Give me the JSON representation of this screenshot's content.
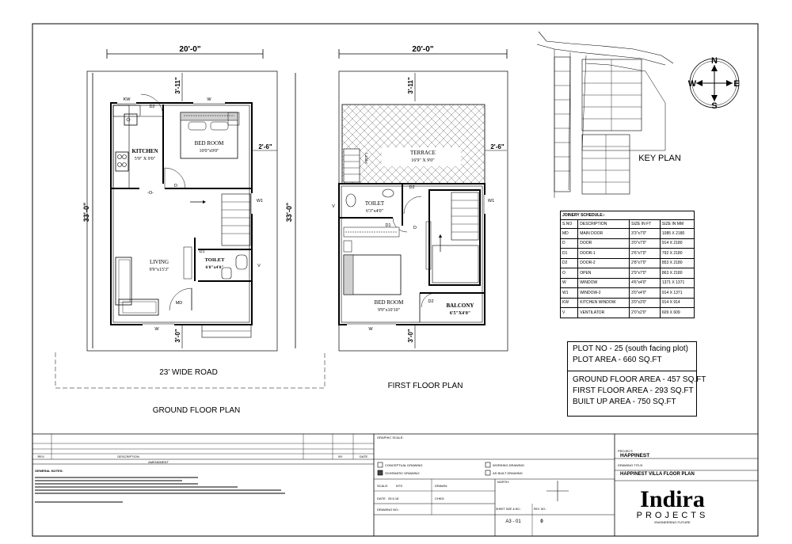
{
  "ground_floor": {
    "width_dim": "20'-0\"",
    "height_dim_left": "33'-0\"",
    "height_dim_right": "33'-0\"",
    "setback_top": "3'-11\"",
    "setback_right": "2'-6\"",
    "setback_bottom": "3'-0\"",
    "labels": {
      "kw": "KW",
      "d2": "D2",
      "w_top": "W",
      "kitchen": "KITCHEN",
      "kitchen_size": "5'9\" X 9'0\"",
      "bedroom": "BED ROOM",
      "bedroom_size": "10'0\"x9'0\"",
      "d": "D",
      "o": "-O-",
      "w1": "W1",
      "living": "LIVING",
      "living_size": "9'9\"x15'3\"",
      "d1": "D1",
      "toilet": "TOILET",
      "toilet_size": "6'0\"x4'0\"",
      "v": "V",
      "md": "MD",
      "w_bottom": "W"
    },
    "road": "23' WIDE ROAD",
    "title": "GROUND FLOOR PLAN"
  },
  "first_floor": {
    "width_dim": "20'-0\"",
    "setback_top": "3'-11\"",
    "setback_right": "2'-6\"",
    "setback_bottom": "3'-0\"",
    "labels": {
      "terrace": "TERRACE",
      "terrace_size": "16'9\" X 9'0\"",
      "ladder": "Ladder",
      "d2": "D2",
      "w1": "W1",
      "v": "V",
      "toilet": "TOILET",
      "toilet_size": "6'3\"x4'0\"",
      "d1": "D1",
      "d": "D",
      "bedroom": "BED ROOM",
      "bedroom_size": "9'9\"x10'10\"",
      "d2b": "D2",
      "balcony": "BALCONY",
      "balcony_size": "6'5\"X4'0\"",
      "w": "W"
    },
    "title": "FIRST FLOOR PLAN"
  },
  "compass": {
    "n": "N",
    "s": "S",
    "e": "E",
    "w": "W"
  },
  "key_plan": "KEY PLAN",
  "joinery": {
    "title": "JOINERY SCHEDULE:-",
    "headers": [
      "S.NO",
      "DESCRIPTION",
      "SIZE IN FT",
      "SIZE IN MM"
    ],
    "rows": [
      [
        "MD",
        "MAIN DOOR",
        "3'3\"x7'0\"",
        "1085 X 2180"
      ],
      [
        "D",
        "DOOR",
        "3'0\"x7'0\"",
        "914 X 2180"
      ],
      [
        "D1",
        "DOOR-1",
        "2'6\"x7'0\"",
        "792 X 2180"
      ],
      [
        "D2",
        "DOOR-2",
        "2'8\"x7'0\"",
        "853 X 2180"
      ],
      [
        "O",
        "OPEN",
        "2'9\"x7'0\"",
        "863 X 2180"
      ],
      [
        "W",
        "WINDOW",
        "4'6\"x4'0\"",
        "1371 X 1371"
      ],
      [
        "W1",
        "WINDOW-2",
        "3'0\"x4'0\"",
        "914 X 1371"
      ],
      [
        "KW",
        "KITCHEN WINDOW",
        "3'0\"x3'0\"",
        "914 X 914"
      ],
      [
        "V",
        "VENTILATOR",
        "2'0\"x2'0\"",
        "609 X 609"
      ]
    ]
  },
  "plot_info": {
    "line1": "PLOT NO - 25 (south facing plot)",
    "line2": "PLOT AREA - 660 SQ.FT"
  },
  "areas": {
    "ground": "GROUND FLOOR AREA - 457 SQ.FT",
    "first": "FIRST FLOOR AREA - 293 SQ.FT",
    "built": "BUILT UP AREA - 750 SQ.FT"
  },
  "title_block": {
    "rev": "REV.",
    "description": "DESCRIPTION",
    "by": "BY",
    "date": "DATE",
    "amendment": "AMENDMENT",
    "general_notes": "GENERAL NOTES:",
    "graphic_scale": "GRAPHIC SCALE:",
    "conceptual": "CONCEPTUAL DRAWING",
    "schematic": "SCHEMATIC DRAWING",
    "working": "WORKING DRAWING",
    "as_built": "AS BUILT DRAWING",
    "scale_label": "SCALE:",
    "scale_value": "NTS",
    "drawn": "DRAWN:",
    "date_label": "DATE:",
    "date_value": "25.5.18",
    "chkd": "CHKD:",
    "drawing_no": "DRAWING NO.:",
    "north": "NORTH:",
    "sheet_size": "SHEET SIZE & NO.:",
    "rev_no": "REV. NO.:",
    "sheet_value": "A3 - 01",
    "rev_value": "0",
    "project_label": "PROJECT:",
    "project": "HAPPINEST",
    "drawing_title_label": "DRAWING TITLE:",
    "drawing_title": "HAPPINEST VILLA FLOOR PLAN",
    "logo": "Indira",
    "logo_sub": "PROJECTS",
    "tagline": "ENGINEERING FUTURE"
  }
}
